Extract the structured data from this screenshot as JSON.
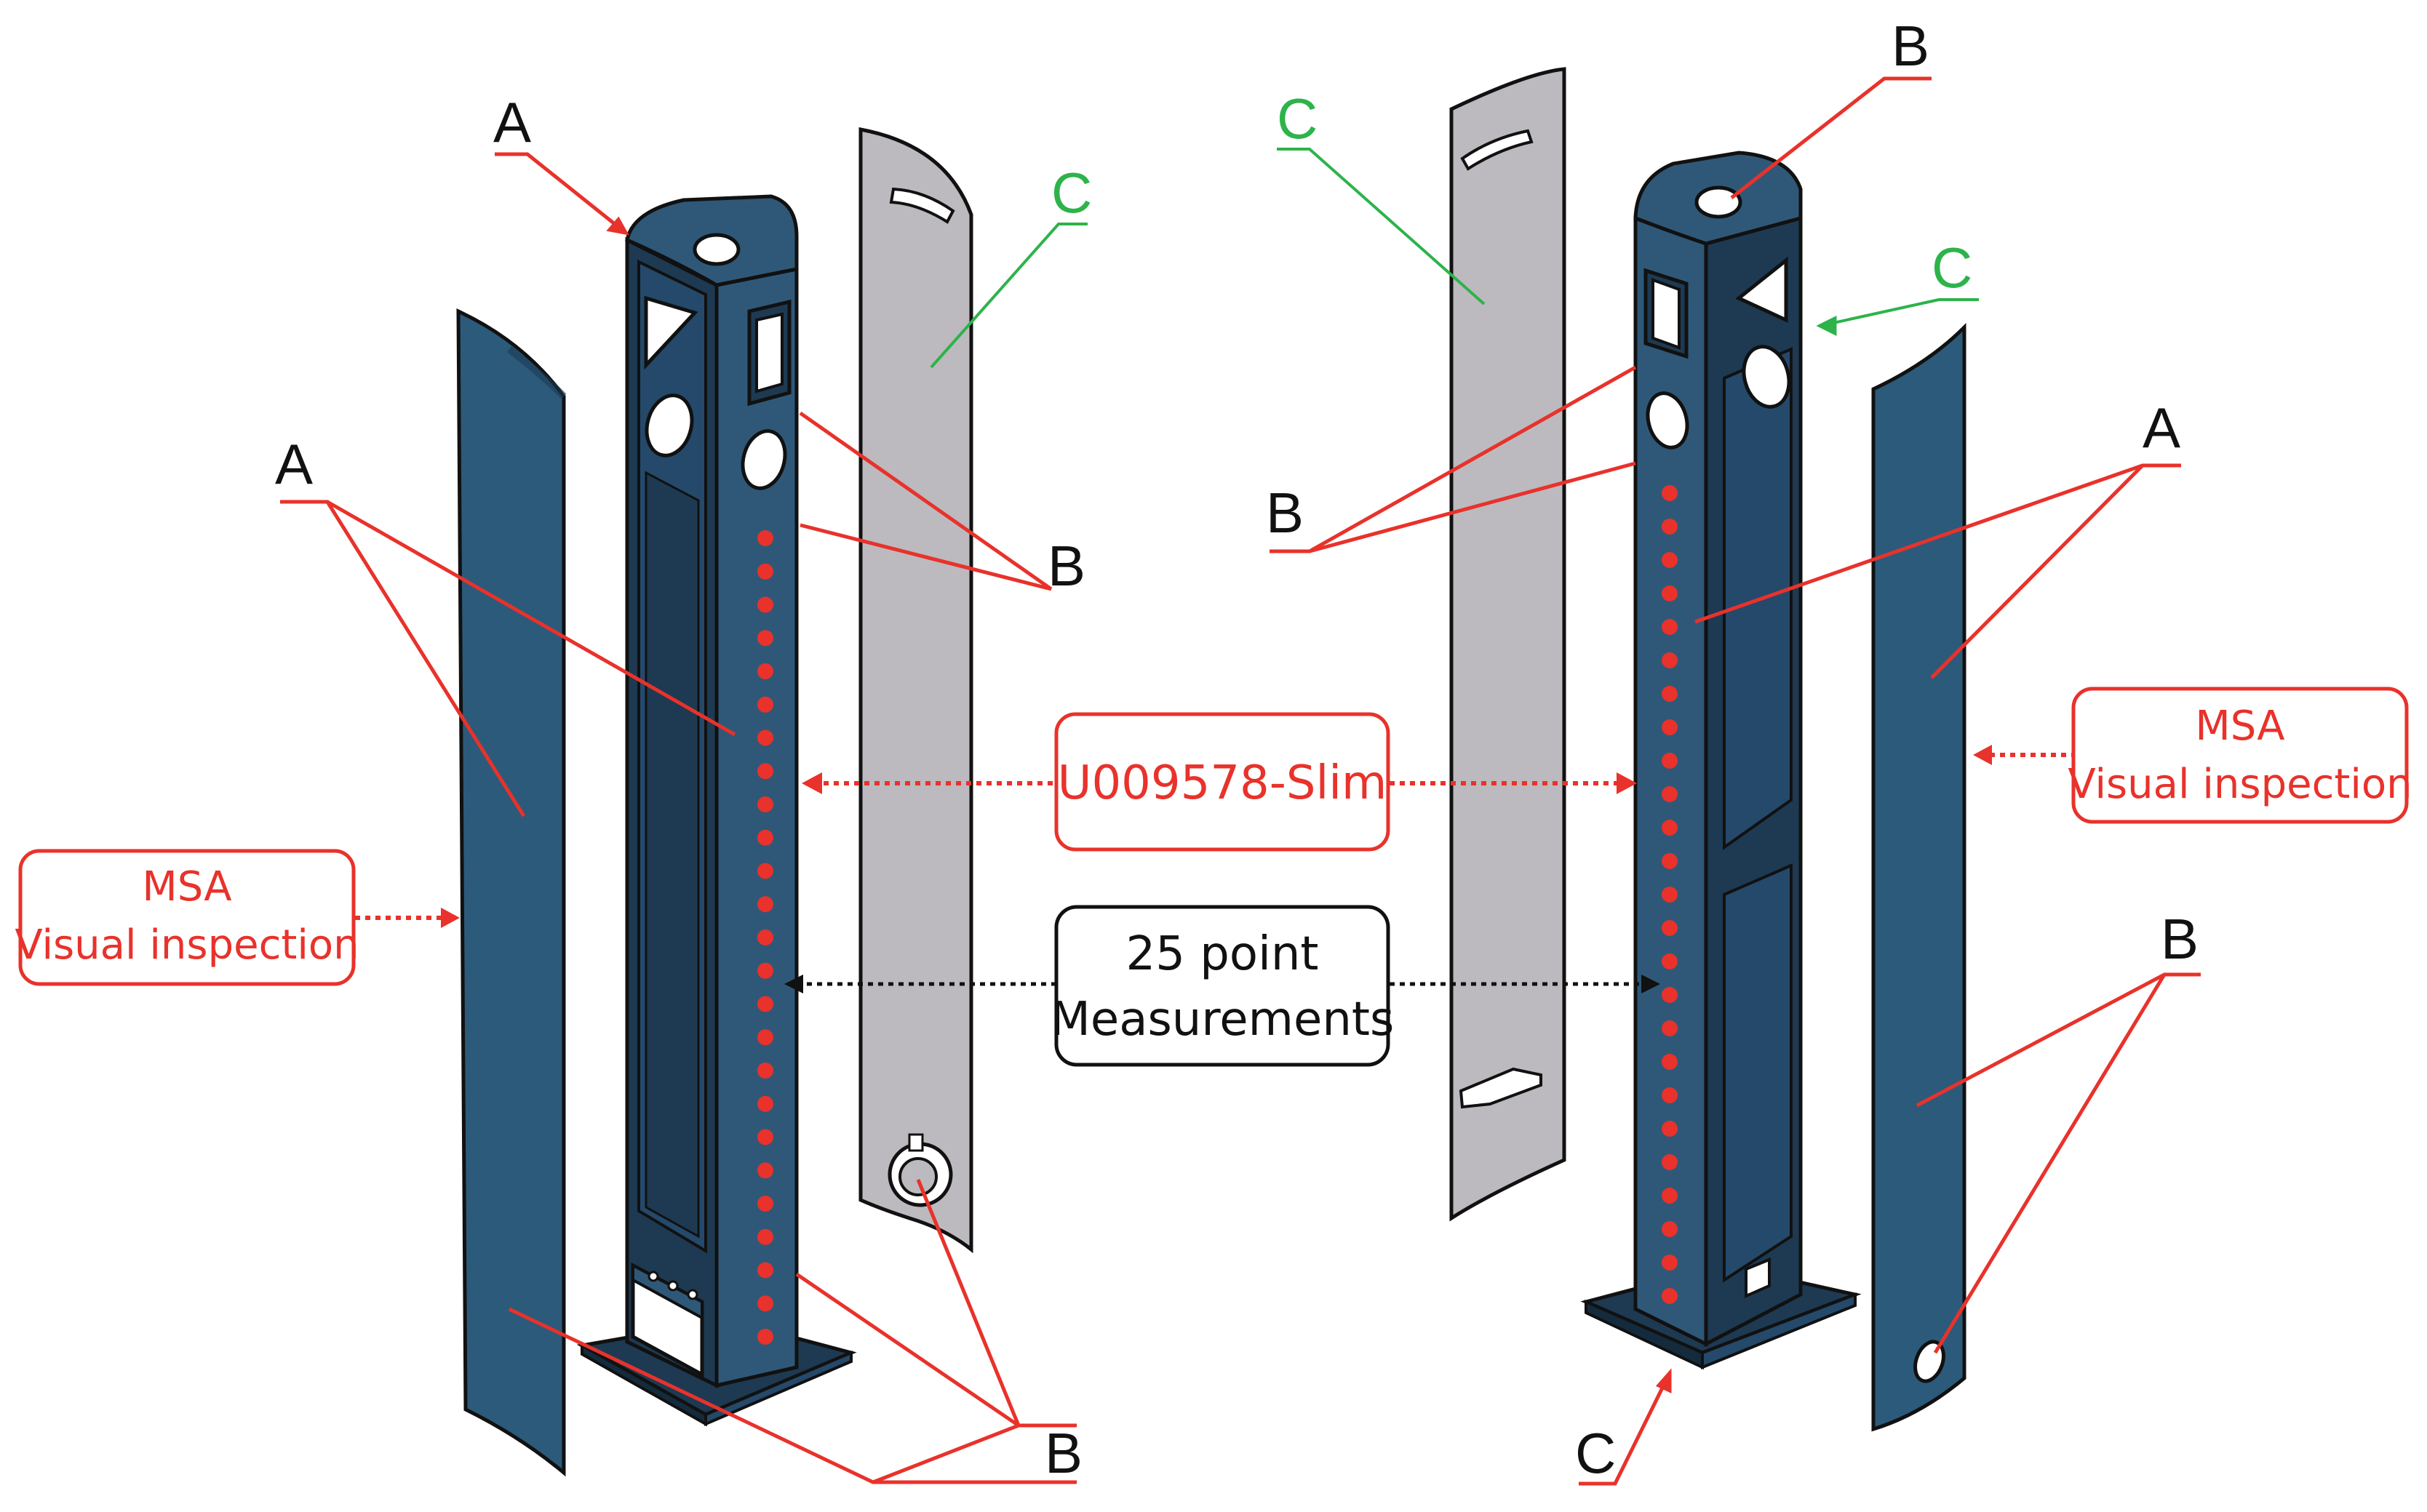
{
  "colors": {
    "post_blue": "#2f5878",
    "post_dark": "#1d3a52",
    "post_darkest": "#142b3d",
    "cover_blue": "#2c5a7a",
    "gray_cover": "#bcbabe",
    "accent_red": "#e8322b",
    "accent_green": "#2db34a",
    "outline": "#111111"
  },
  "labels": {
    "left": {
      "a_top": "A",
      "c_gray": "C",
      "a_side": "A",
      "b_right": "B",
      "b_bottom": "B"
    },
    "right": {
      "b_top": "B",
      "c_gray": "C",
      "c_window": "C",
      "b_left": "B",
      "a_right": "A",
      "b_cover": "B",
      "c_bottom": "C"
    }
  },
  "callouts": {
    "msa_left": {
      "line1": "MSA",
      "line2": "Visual inspection"
    },
    "msa_right": {
      "line1": "MSA",
      "line2": "Visual inspection"
    },
    "part": "U009578-Slim",
    "measurements": {
      "line1": "25 point",
      "line2": "Measurements"
    }
  },
  "measurement_points": 25
}
